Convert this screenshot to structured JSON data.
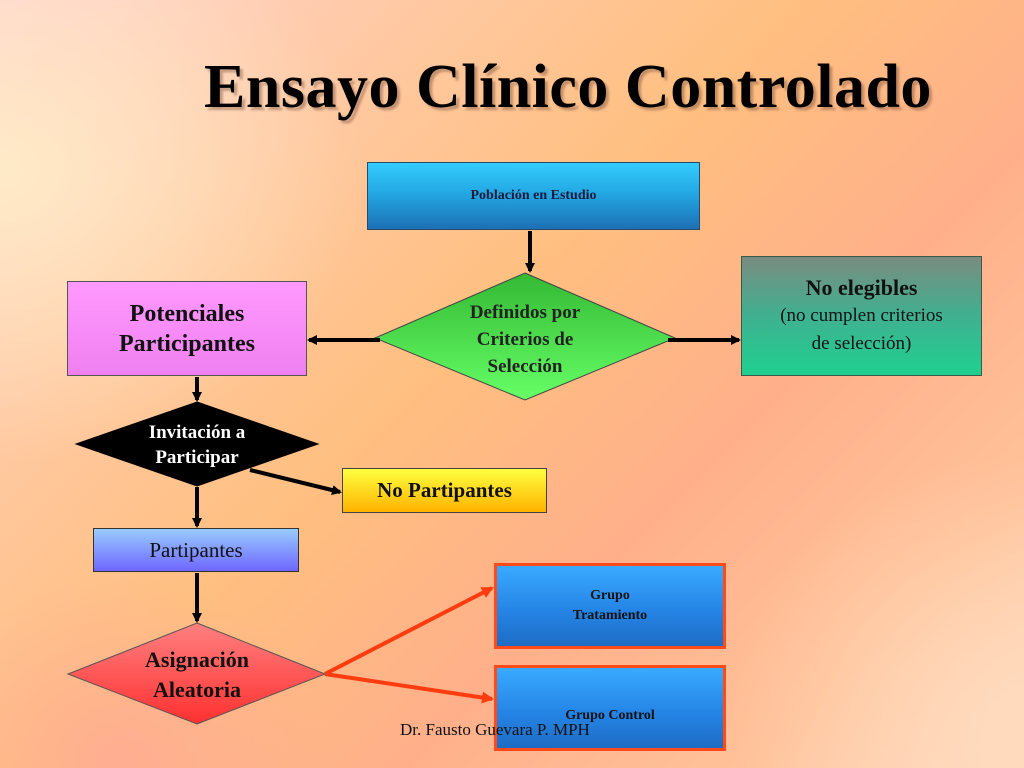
{
  "title": "Ensayo Clínico Controlado",
  "nodes": {
    "poblacion": "Población en Estudio",
    "criterios": [
      "Definidos por",
      "Criterios de",
      "Selección"
    ],
    "potenciales": [
      "Potenciales",
      "Participantes"
    ],
    "no_elegibles": {
      "title": "No elegibles",
      "lines": [
        "(no cumplen criterios",
        "de selección)"
      ]
    },
    "invitacion": [
      "Invitación a",
      "Participar"
    ],
    "no_participantes": "No Partipantes",
    "participantes": "Partipantes",
    "asignacion": [
      "Asignación",
      "Aleatoria"
    ],
    "grupo_tratamiento": [
      "Grupo",
      "Tratamiento"
    ],
    "grupo_control": "Grupo Control"
  },
  "footer": "Dr. Fausto Guevara P. MPH",
  "colors": {
    "arrow": "#000000",
    "red_arrow": "#ff3b10",
    "diamond_green": "#4ee04e",
    "diamond_black": "#000000",
    "diamond_red": "#ff5050"
  }
}
